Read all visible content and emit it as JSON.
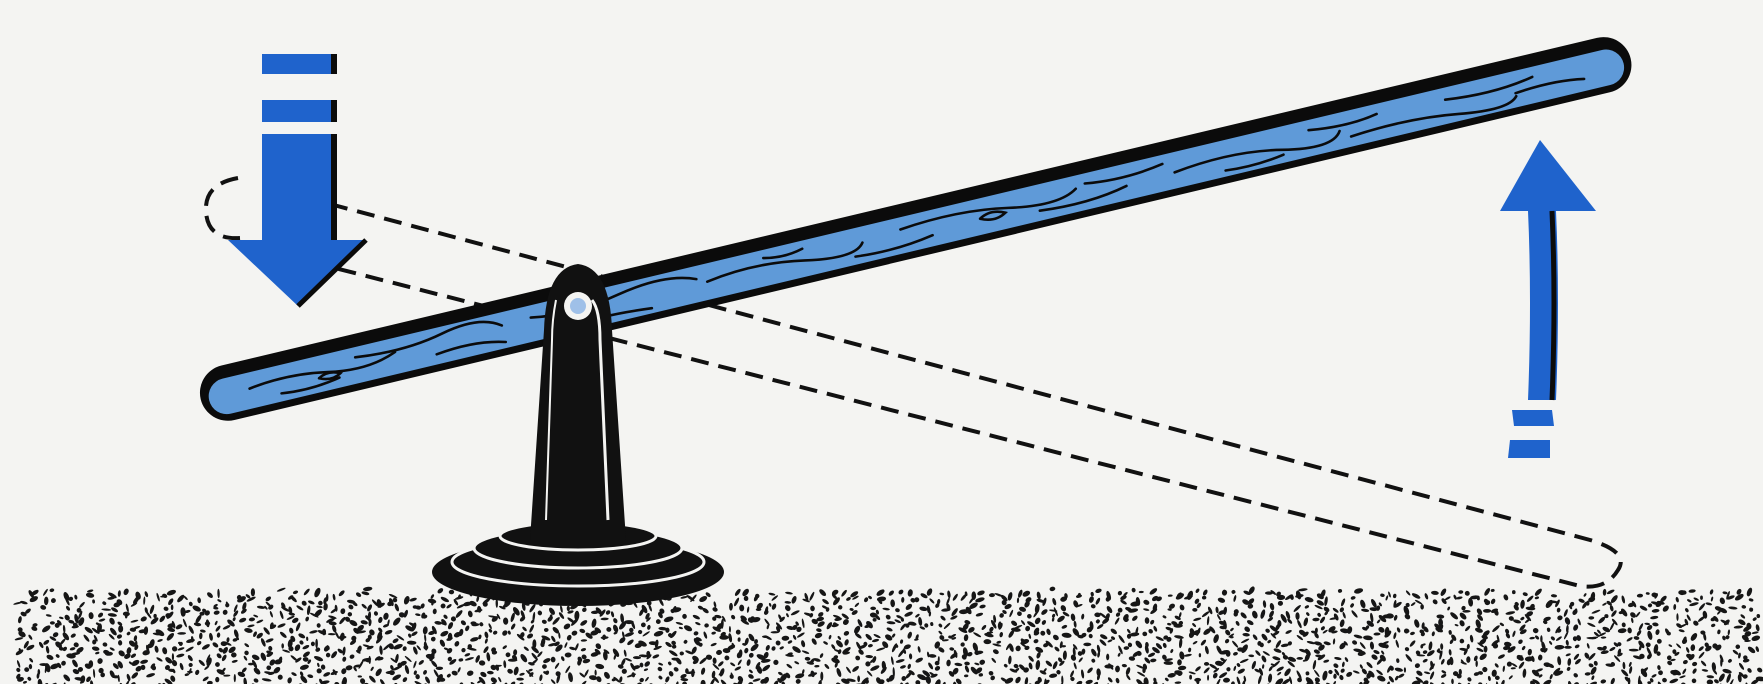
{
  "diagram": {
    "subject": "seesaw-lever",
    "components": [
      "plank",
      "fulcrum",
      "ground",
      "down-arrow",
      "up-arrow",
      "previous-position-outline"
    ]
  },
  "colors": {
    "background": "#f4f4f2",
    "plank_fill": "#5f9ad8",
    "plank_outline": "#0b0b0b",
    "arrow_blue": "#1f63cc",
    "fulcrum_black": "#111111",
    "ground_black": "#161616",
    "dashed_outline": "#111111"
  }
}
